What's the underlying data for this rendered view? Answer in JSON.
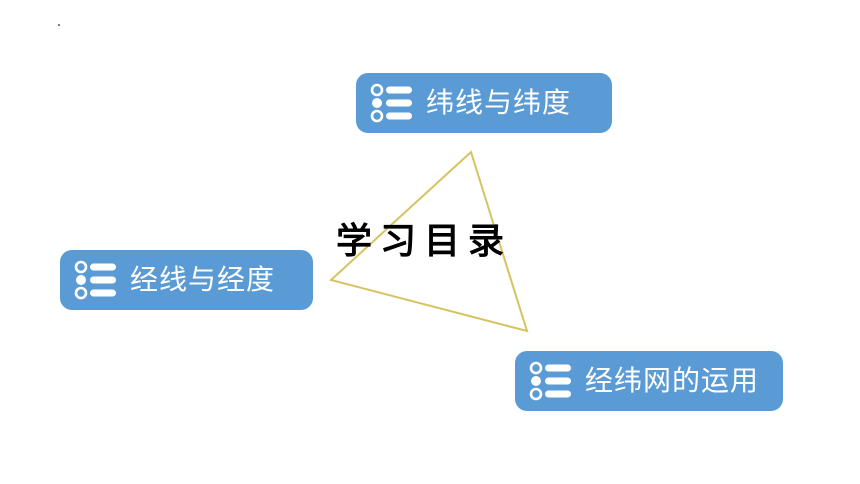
{
  "heading": {
    "title": "学习目录"
  },
  "topics": [
    {
      "label": "纬线与纬度",
      "icon": "list-icon"
    },
    {
      "label": "经线与经度",
      "icon": "list-icon"
    },
    {
      "label": "经纬网的运用",
      "icon": "list-icon"
    }
  ],
  "colors": {
    "pill_background": "#5b9bd5",
    "pill_text": "#ffffff",
    "triangle_line": "#d6c360",
    "title_text": "#000000"
  }
}
